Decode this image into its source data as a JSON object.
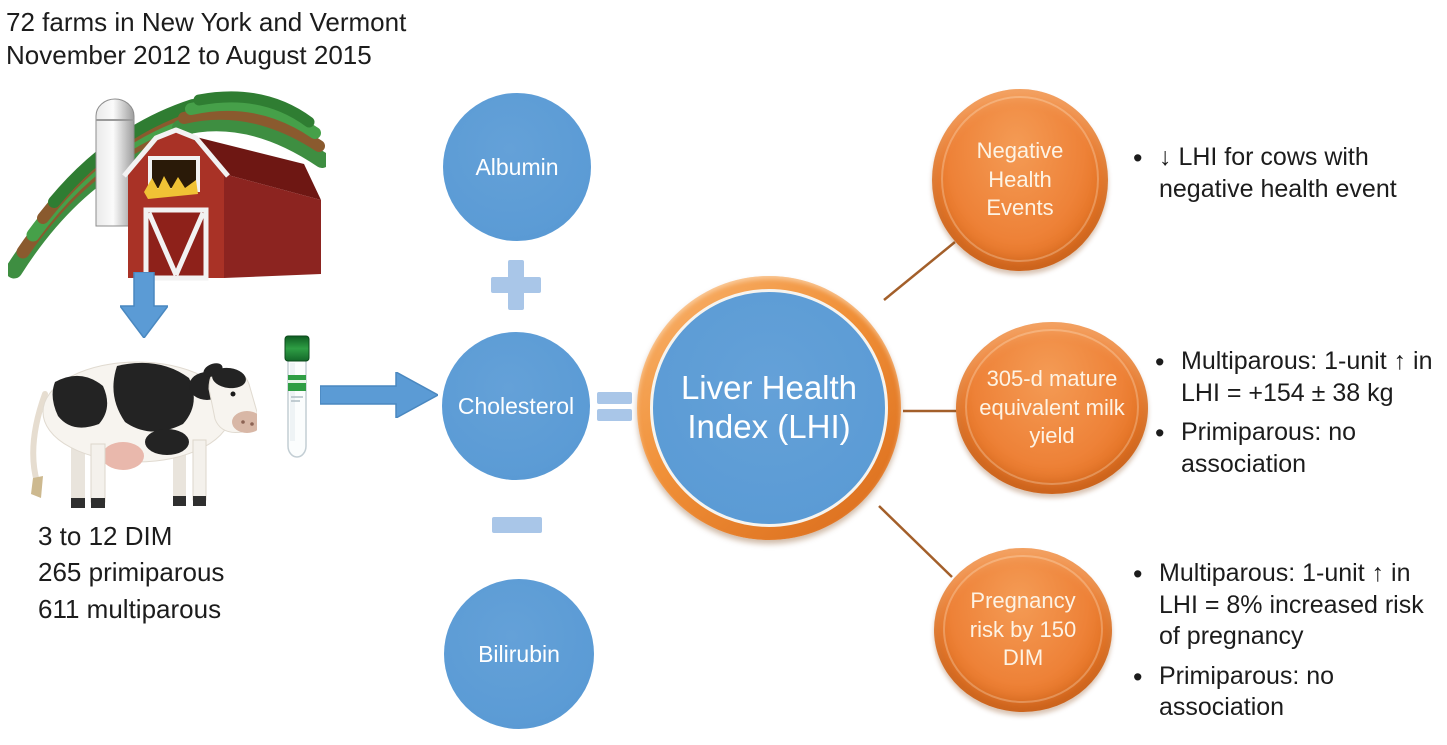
{
  "header": {
    "line1": "72 farms in New York and Vermont",
    "line2": "November 2012 to August 2015"
  },
  "study_population": {
    "line1": "3 to 12 DIM",
    "line2": "265 primiparous",
    "line3": "611 multiparous"
  },
  "formula": {
    "components": [
      {
        "label": "Albumin"
      },
      {
        "label": "Cholesterol"
      },
      {
        "label": "Bilirubin"
      }
    ],
    "operators": {
      "plus": "+",
      "minus": "−",
      "equals": "="
    },
    "result": "Liver Health Index (LHI)"
  },
  "outcomes": [
    {
      "label": "Negative Health Events",
      "bullets": [
        "↓ LHI for cows with negative health event"
      ]
    },
    {
      "label": "305-d mature equivalent milk yield",
      "bullets": [
        "Multiparous: 1-unit ↑ in LHI = +154 ± 38 kg",
        "Primiparous: no association"
      ]
    },
    {
      "label": "Pregnancy risk by 150 DIM",
      "bullets": [
        "Multiparous: 1-unit ↑ in LHI = 8% increased risk of pregnancy",
        "Primiparous: no association"
      ]
    }
  ],
  "icons": {
    "barn": "farm-barn-illustration",
    "cow": "holstein-cow-illustration",
    "tube": "blood-sample-tube-illustration",
    "down_arrow": "down-arrow",
    "right_arrow": "right-arrow"
  },
  "colors": {
    "input_circle_blue": "#5b9bd5",
    "operator_light_blue": "#a9c6e8",
    "outcome_orange": "#ed7d31",
    "outcome_orange_dark": "#c55a11",
    "connector_brown": "#a35f2a",
    "arrow_blue": "#5b9bd5",
    "barn_red": "#9c2a21",
    "text_dark": "#1c1c1c",
    "circle_text_white": "#ffffff"
  }
}
